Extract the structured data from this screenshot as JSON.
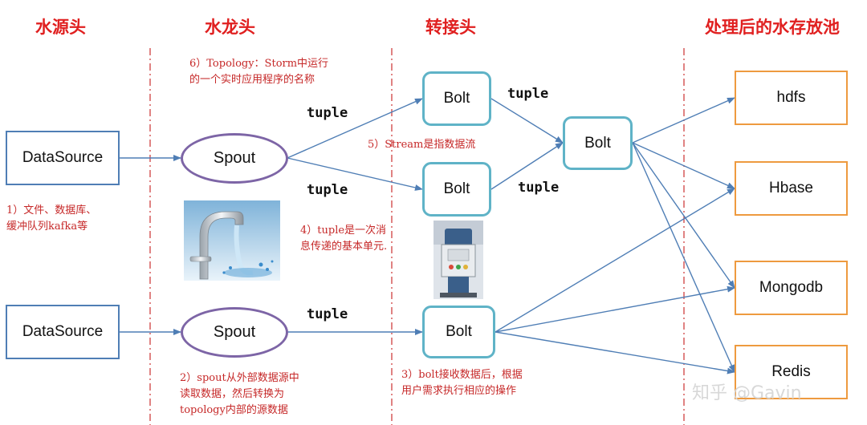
{
  "headers": [
    "水源头",
    "水龙头",
    "转接头",
    "处理后的水存放池"
  ],
  "nodes": {
    "datasource_top": "DataSource",
    "datasource_bottom": "DataSource",
    "spout_top": "Spout",
    "spout_bottom": "Spout",
    "bolt_top": "Bolt",
    "bolt_middle": "Bolt",
    "bolt_bottom": "Bolt",
    "bolt_merge": "Bolt",
    "store_hdfs": "hdfs",
    "store_hbase": "Hbase",
    "store_mongodb": "Mongodb",
    "store_redis": "Redis"
  },
  "edge_labels": {
    "tuple_1": "tuple",
    "tuple_2": "tuple",
    "tuple_3": "tuple",
    "tuple_4": "tuple",
    "tuple_5": "tuple"
  },
  "notes": {
    "note1_line1": "1）文件、数据库、",
    "note1_line2": "缓冲队列kafka等",
    "note2_line1": "2）spout从外部数据源中",
    "note2_line2": "读取数据，然后转换为",
    "note2_line3": "topology内部的源数据",
    "note3_line1": "3）bolt接收数据后，根据",
    "note3_line2": "用户需求执行相应的操作",
    "note4_line1": "4）tuple是一次消",
    "note4_line2": "息传递的基本单元.",
    "note5": "5）Stream是指数据流",
    "note6_line1": "6）Topology：Storm中运行",
    "note6_line2": "的一个实时应用程序的名称"
  },
  "watermark": "知乎 @Gavin",
  "colors": {
    "header": "#e02020",
    "note": "#c62828",
    "datasource_border": "#4f7eb5",
    "spout_border": "#7d65a6",
    "bolt_border": "#5fb3c7",
    "store_border": "#ee9a3f",
    "arrow": "#4f7eb5",
    "divider": "#d04040"
  },
  "images": [
    "faucet-photo",
    "water-adapter-machine-photo"
  ]
}
